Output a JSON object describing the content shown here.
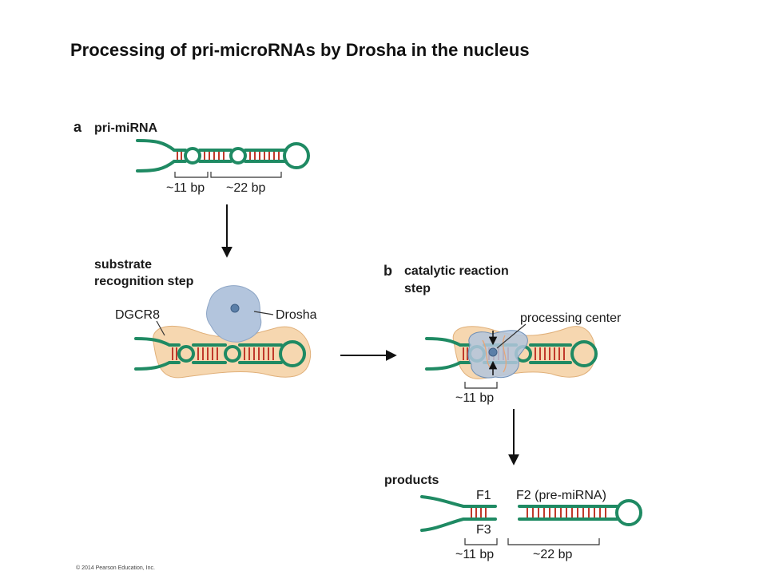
{
  "title": "Processing of pri-microRNAs by Drosha in the nucleus",
  "colors": {
    "rna_strand": "#1f8a63",
    "base_pair": "#c0392b",
    "dgcr8": "#f6d7b0",
    "drosha": "#b3c5dd",
    "arrow": "#111111"
  },
  "panel_a": {
    "letter": "a",
    "heading": "pri-miRNA",
    "measure_left": "~11 bp",
    "measure_right": "~22 bp"
  },
  "substrate": {
    "heading_line1": "substrate",
    "heading_line2": "recognition step",
    "dgcr8_label": "DGCR8",
    "drosha_label": "Drosha"
  },
  "panel_b": {
    "letter": "b",
    "heading_line1": "catalytic reaction",
    "heading_line2": "step",
    "processing_label": "processing center",
    "measure": "~11 bp"
  },
  "products": {
    "heading": "products",
    "f1": "F1",
    "f2": "F2 (pre-miRNA)",
    "f3": "F3",
    "measure_left": "~11 bp",
    "measure_right": "~22 bp"
  },
  "copyright": "© 2014 Pearson Education, Inc."
}
